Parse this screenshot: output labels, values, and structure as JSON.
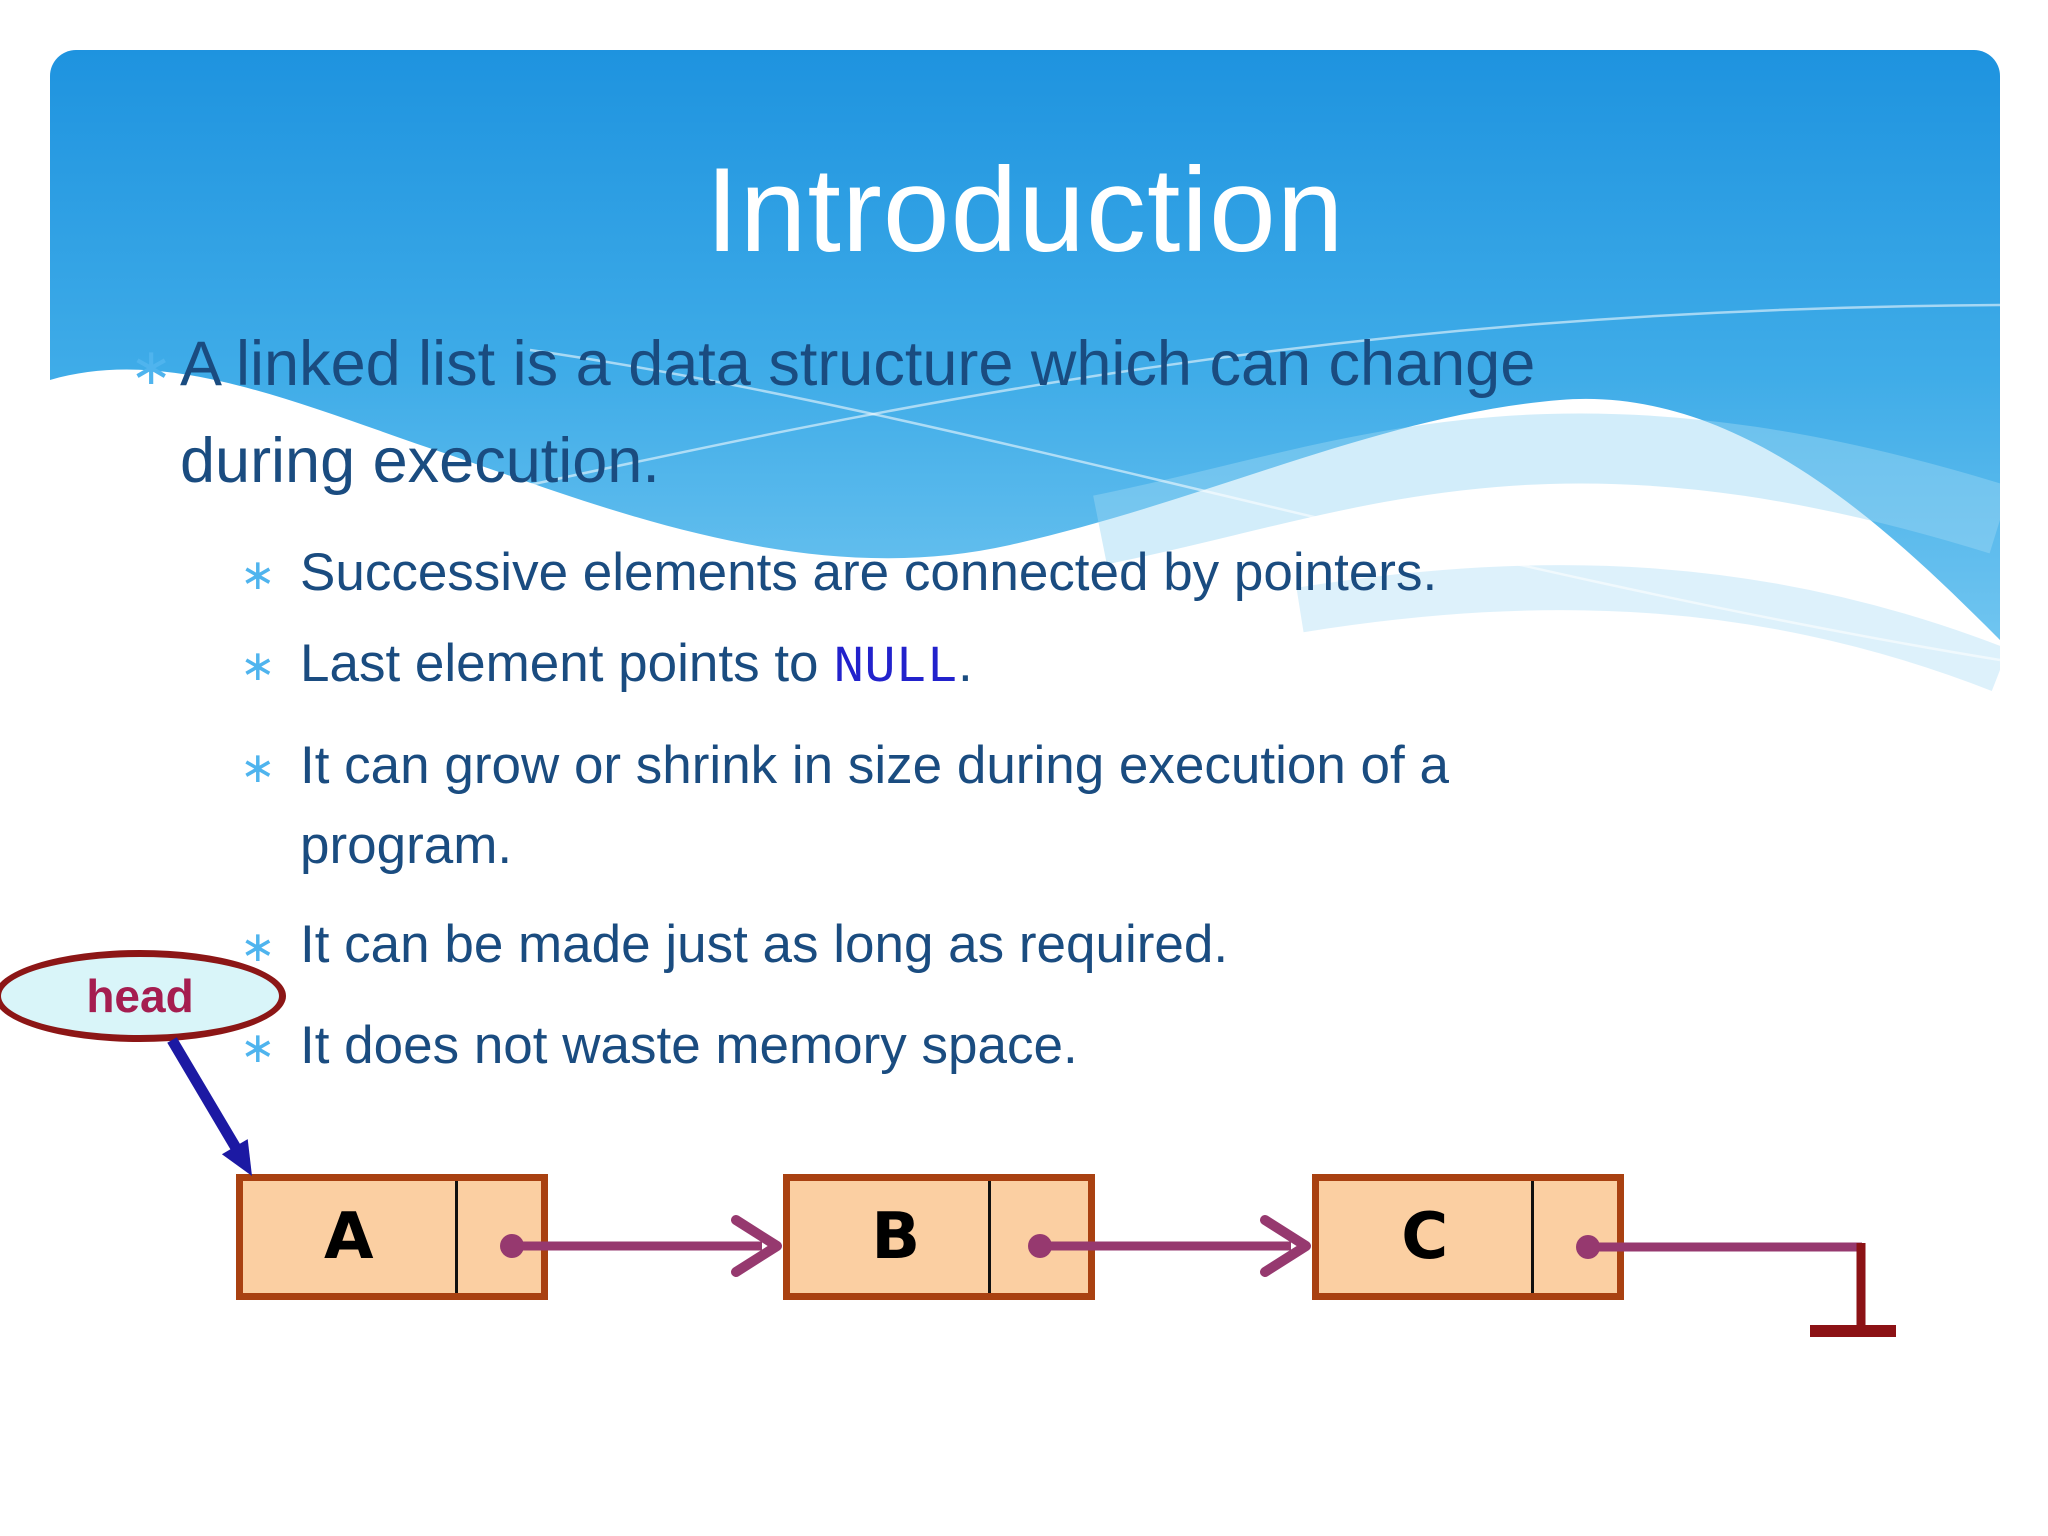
{
  "slide": {
    "title": "Introduction",
    "bullet_marker": "∗",
    "level1_lines": [
      "A linked list is a data structure which can change",
      "during execution."
    ],
    "level2": [
      {
        "pre": "Successive elements are connected by pointers.",
        "code": "",
        "post": "",
        "line2": ""
      },
      {
        "pre": "Last element points to ",
        "code": "NULL",
        "post": ".",
        "line2": ""
      },
      {
        "pre": "It can grow or shrink in size during execution of a",
        "code": "",
        "post": "",
        "line2": "program."
      },
      {
        "pre": "It can be made just as long as required.",
        "code": "",
        "post": "",
        "line2": ""
      },
      {
        "pre": "It does not waste memory space.",
        "code": "",
        "post": "",
        "line2": ""
      }
    ],
    "diagram": {
      "head_label": "head",
      "nodes": [
        {
          "label": "A"
        },
        {
          "label": "B"
        },
        {
          "label": "C"
        }
      ]
    },
    "colors": {
      "title_text": "#FFFFFF",
      "body_text": "#1A4C80",
      "bullet_accent": "#4FB4EE",
      "code_blue": "#2222CC",
      "sky_top": "#1E93DF",
      "sky_bottom": "#70C5F0",
      "node_fill": "#FBCFA2",
      "node_border": "#A94111",
      "link_arrow_purple": "#96396F",
      "head_arrow_navy": "#1C19A3",
      "head_text": "#A51D50",
      "head_ellipse_fill": "#D9F5F9",
      "head_ellipse_border": "#8C1616",
      "null_symbol_red": "#8C1215"
    }
  }
}
